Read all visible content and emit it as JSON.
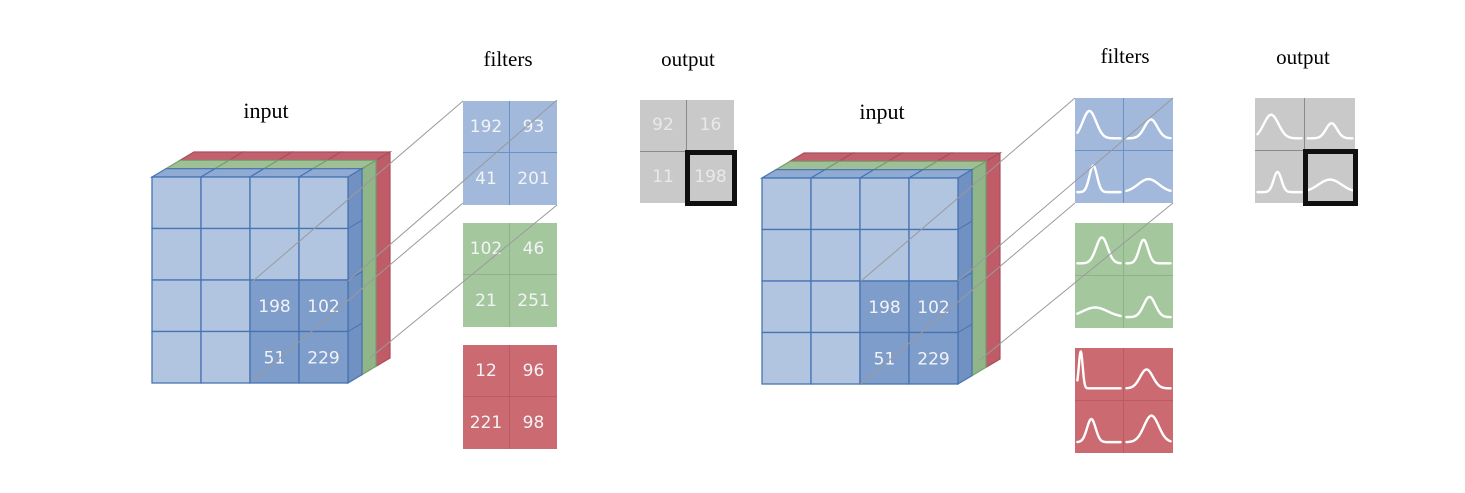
{
  "figure": {
    "panels": [
      {
        "id": "numeric-convolution",
        "labels": {
          "input": "input",
          "filters": "filters",
          "output": "output"
        },
        "input": {
          "region_values": [
            [
              "198",
              "102"
            ],
            [
              "51",
              "229"
            ]
          ]
        },
        "filters": [
          {
            "channel": "blue",
            "mode": "numbers",
            "values": [
              [
                "192",
                "93"
              ],
              [
                "41",
                "201"
              ]
            ]
          },
          {
            "channel": "green",
            "mode": "numbers",
            "values": [
              [
                "102",
                "46"
              ],
              [
                "21",
                "251"
              ]
            ]
          },
          {
            "channel": "red",
            "mode": "numbers",
            "values": [
              [
                "12",
                "96"
              ],
              [
                "221",
                "98"
              ]
            ]
          }
        ],
        "output": {
          "mode": "numbers",
          "values": [
            [
              "92",
              "16"
            ],
            [
              "11",
              "198"
            ]
          ],
          "highlighted_cell": "bottom-right"
        }
      },
      {
        "id": "distribution-convolution",
        "labels": {
          "input": "input",
          "filters": "filters",
          "output": "output"
        },
        "input": {
          "region_values": [
            [
              "198",
              "102"
            ],
            [
              "51",
              "229"
            ]
          ]
        },
        "filters": [
          {
            "channel": "blue",
            "mode": "curves",
            "curves": [
              [
                {
                  "p": 0.3,
                  "s": 0.14,
                  "a": 0.58
                },
                {
                  "p": 0.55,
                  "s": 0.13,
                  "a": 0.4
                }
              ],
              [
                {
                  "p": 0.38,
                  "s": 0.08,
                  "a": 0.55
                },
                {
                  "p": 0.5,
                  "s": 0.21,
                  "a": 0.27
                }
              ]
            ]
          },
          {
            "channel": "green",
            "mode": "curves",
            "curves": [
              [
                {
                  "p": 0.56,
                  "s": 0.12,
                  "a": 0.55
                },
                {
                  "p": 0.4,
                  "s": 0.09,
                  "a": 0.5
                }
              ],
              [
                {
                  "p": 0.42,
                  "s": 0.26,
                  "a": 0.2
                },
                {
                  "p": 0.52,
                  "s": 0.12,
                  "a": 0.42
                }
              ]
            ]
          },
          {
            "channel": "red",
            "mode": "curves",
            "curves": [
              [
                {
                  "p": 0.12,
                  "s": 0.04,
                  "a": 0.78
                },
                {
                  "p": 0.46,
                  "s": 0.13,
                  "a": 0.4
                }
              ],
              [
                {
                  "p": 0.34,
                  "s": 0.09,
                  "a": 0.48
                },
                {
                  "p": 0.56,
                  "s": 0.15,
                  "a": 0.55
                }
              ]
            ]
          }
        ],
        "output": {
          "mode": "curves",
          "curves": [
            [
              {
                "p": 0.33,
                "s": 0.15,
                "a": 0.5
              },
              {
                "p": 0.53,
                "s": 0.11,
                "a": 0.32
              }
            ],
            [
              {
                "p": 0.46,
                "s": 0.08,
                "a": 0.42
              },
              {
                "p": 0.5,
                "s": 0.23,
                "a": 0.26
              }
            ]
          ],
          "highlighted_cell": "bottom-right"
        }
      }
    ],
    "colors": {
      "label_text": "#000000",
      "value_text": "#f2f3f5",
      "output_value_text": "#e9e9e9",
      "cube_front": "#b1c5e0",
      "cube_front_highlight": "#7f9dca",
      "cube_border": "#4673b2",
      "cube_top_blue": "#8fabd4",
      "cube_top_green": "#9fbf97",
      "cube_top_red": "#c2616d",
      "cube_side_blue": "#7191c2",
      "cube_side_green": "#8fb589",
      "cube_side_red": "#c05b68",
      "cube_green_divider": "#74a06c",
      "cube_red_divider": "#a84f5c",
      "filter_blue": "#a2b9db",
      "filter_blue_divider": "#6a92c4",
      "filter_green": "#a5c79e",
      "filter_green_divider": "#8db487",
      "filter_red": "#cc6a72",
      "filter_red_divider": "#bc5a64",
      "output_fill": "#c9c9c9",
      "output_divider": "#8a8a8a",
      "output_highlight_border": "#101010",
      "connector_line": "#9a9a9a",
      "curve_stroke": "#ffffff"
    }
  }
}
